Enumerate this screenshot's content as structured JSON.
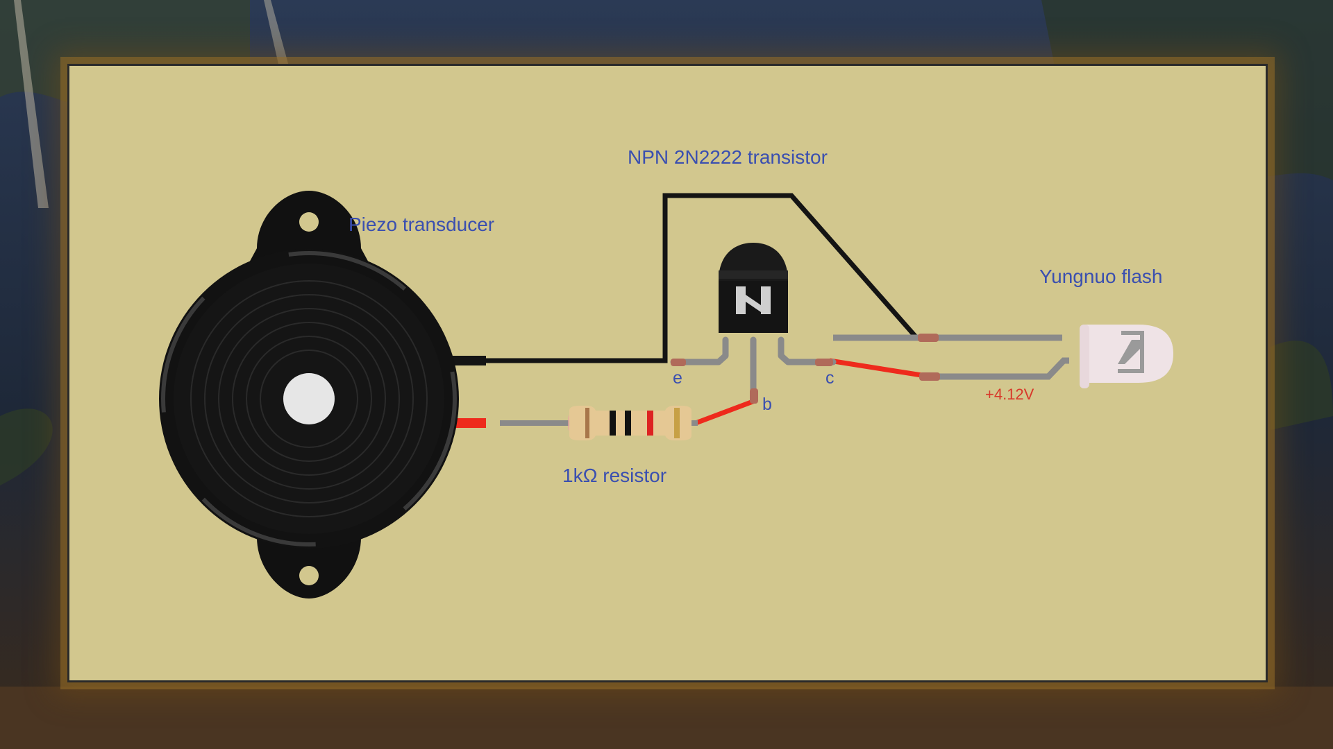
{
  "labels": {
    "transistor": "NPN 2N2222 transistor",
    "piezo": "Piezo transducer",
    "flash": "Yungnuo flash",
    "resistor": "1kΩ resistor",
    "pin_e": "e",
    "pin_b": "b",
    "pin_c": "c",
    "voltage": "+4.12V"
  },
  "colors": {
    "board": "#d2c78e",
    "wire_black": "#141414",
    "wire_red": "#ee2a1c",
    "lead_gray": "#8a8a8a",
    "label_blue": "#3a4fb0",
    "label_red": "#d8382a"
  },
  "icons": {
    "piezo": "piezo-buzzer-icon",
    "transistor": "to92-transistor-icon",
    "resistor": "resistor-icon",
    "flash": "led-flash-icon"
  }
}
